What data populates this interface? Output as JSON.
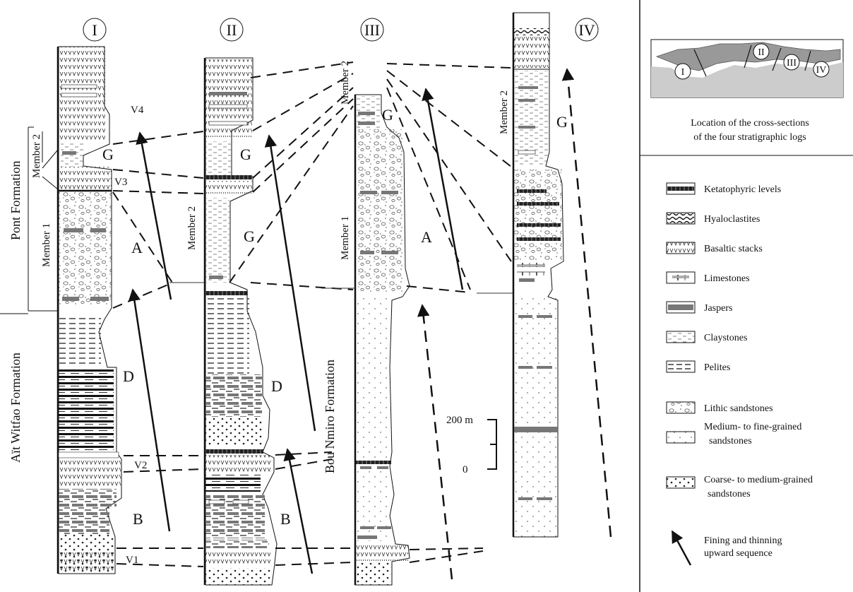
{
  "columns": [
    "I",
    "II",
    "III",
    "IV"
  ],
  "formations": {
    "pont": "Pont Formation",
    "ait_witfao": "Aït Witfao Formation",
    "bou_nmiro": "Bou Nmiro Formation"
  },
  "members": {
    "member1": "Member 1",
    "member2": "Member 2"
  },
  "units": {
    "A": "A",
    "B": "B",
    "D": "D",
    "G": "G",
    "V1": "V1",
    "V2": "V2",
    "V3": "V3",
    "V4": "V4"
  },
  "scale": {
    "top": "200 m",
    "bottom": "0"
  },
  "location_map": {
    "caption_line1": "Location of the cross-sections",
    "caption_line2": "of the four stratigraphic logs"
  },
  "legend": [
    {
      "key": "keratophyric",
      "label": "Ketatophyric levels"
    },
    {
      "key": "hyaloclastites",
      "label": "Hyaloclastites"
    },
    {
      "key": "basaltic",
      "label": "Basaltic stacks"
    },
    {
      "key": "limestones",
      "label": "Limestones"
    },
    {
      "key": "jaspers",
      "label": "Jaspers"
    },
    {
      "key": "claystones",
      "label": "Claystones"
    },
    {
      "key": "pelites",
      "label": "Pelites"
    },
    {
      "key": "lithic",
      "label": "Lithic sandstones"
    },
    {
      "key": "medfine",
      "label": "Medium- to fine-grained",
      "label2": "sandstones"
    },
    {
      "key": "coarse",
      "label": "Coarse- to medium-grained",
      "label2": "sandstones"
    }
  ],
  "fining": {
    "line1": "Fining and thinning",
    "line2": "upward sequence"
  }
}
